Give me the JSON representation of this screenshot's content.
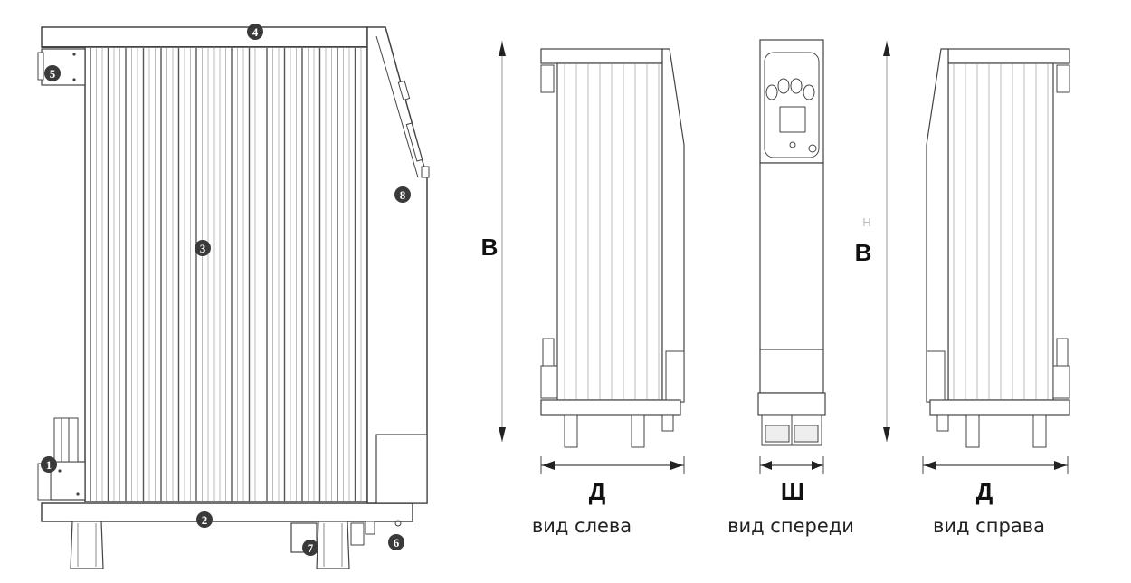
{
  "main_view": {
    "callouts": [
      "1",
      "2",
      "3",
      "4",
      "5",
      "6",
      "7",
      "8"
    ]
  },
  "dimensions": {
    "height_left": "В",
    "height_right": "В",
    "height_right_faint": "Н",
    "depth_left": "Д",
    "width_front": "Ш",
    "depth_right": "Д"
  },
  "captions": {
    "left_view": "вид слева",
    "front_view": "вид спереди",
    "right_view": "вид справа"
  },
  "colors": {
    "outline": "#444444",
    "callout_fill": "#3a3a3a",
    "background": "#ffffff"
  }
}
